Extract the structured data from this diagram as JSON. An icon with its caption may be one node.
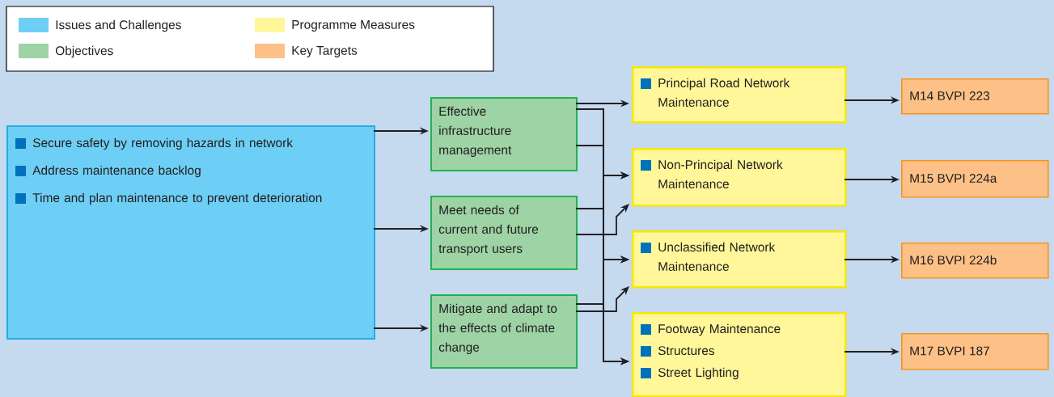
{
  "diagram": {
    "nodes": [
      {
        "text": [
          "Secure safety by removing hazards in network",
          "Address maintenance backlog",
          "Time and plan maintenance to prevent deterioration"
        ]
      },
      {
        "text": [
          "Effective infrastructure management"
        ]
      },
      {
        "text": [
          "Meet needs of current and future transport users"
        ]
      },
      {
        "text": [
          "Mitigate and adapt to the effects of climate change"
        ]
      },
      {
        "text": [
          "Principal Road Network Maintenance"
        ]
      },
      {
        "text": [
          "Non-Principal Network Maintenance"
        ]
      },
      {
        "text": [
          "Unclassified Network Maintenance"
        ]
      },
      {
        "text": [
          "Footway Maintenance",
          "Structures",
          "Street Lighting"
        ]
      },
      {
        "text": [
          "M14 BVPI 223"
        ]
      },
      {
        "text": [
          "M15 BVPI 224a"
        ]
      },
      {
        "text": [
          "M16 BVPI 224b"
        ]
      },
      {
        "text": [
          "M17 BVPI 187"
        ]
      }
    ],
    "edges": [
      {
        "from": 0,
        "to": 1,
        "arrow": "to"
      },
      {
        "from": 0,
        "to": 2,
        "arrow": "to"
      },
      {
        "from": 0,
        "to": 3,
        "arrow": "to"
      },
      {
        "from": 1,
        "to": 4,
        "arrow": "to"
      },
      {
        "from": 1,
        "to": 5,
        "arrow": "to"
      },
      {
        "from": 1,
        "to": 6,
        "arrow": "to"
      },
      {
        "from": 1,
        "to": 7,
        "arrow": "to"
      },
      {
        "from": 2,
        "to": 5,
        "arrow": "to"
      },
      {
        "from": 2,
        "to": 6,
        "arrow": "to"
      },
      {
        "from": 2,
        "to": 7,
        "arrow": "to"
      },
      {
        "from": 3,
        "to": 5,
        "arrow": "to"
      },
      {
        "from": 3,
        "to": 6,
        "arrow": "to"
      },
      {
        "from": 3,
        "to": 7,
        "arrow": "to"
      },
      {
        "from": 2,
        "to": 5,
        "arrow": "to"
      },
      {
        "from": 3,
        "to": 6,
        "arrow": "to"
      },
      {
        "from": 4,
        "to": 8,
        "arrow": "to"
      },
      {
        "from": 5,
        "to": 9,
        "arrow": "to"
      },
      {
        "from": 6,
        "to": 10,
        "arrow": "to"
      },
      {
        "from": 7,
        "to": 11,
        "arrow": "to"
      }
    ],
    "legend": [
      {
        "text": "Issues and Challenges",
        "color": "#6dcff6"
      },
      {
        "text": "Objectives",
        "color": "#9dd3a5"
      },
      {
        "text": "Programme Measures",
        "color": "#fff799"
      },
      {
        "text": "Key Targets",
        "color": "#fdc086"
      }
    ]
  }
}
